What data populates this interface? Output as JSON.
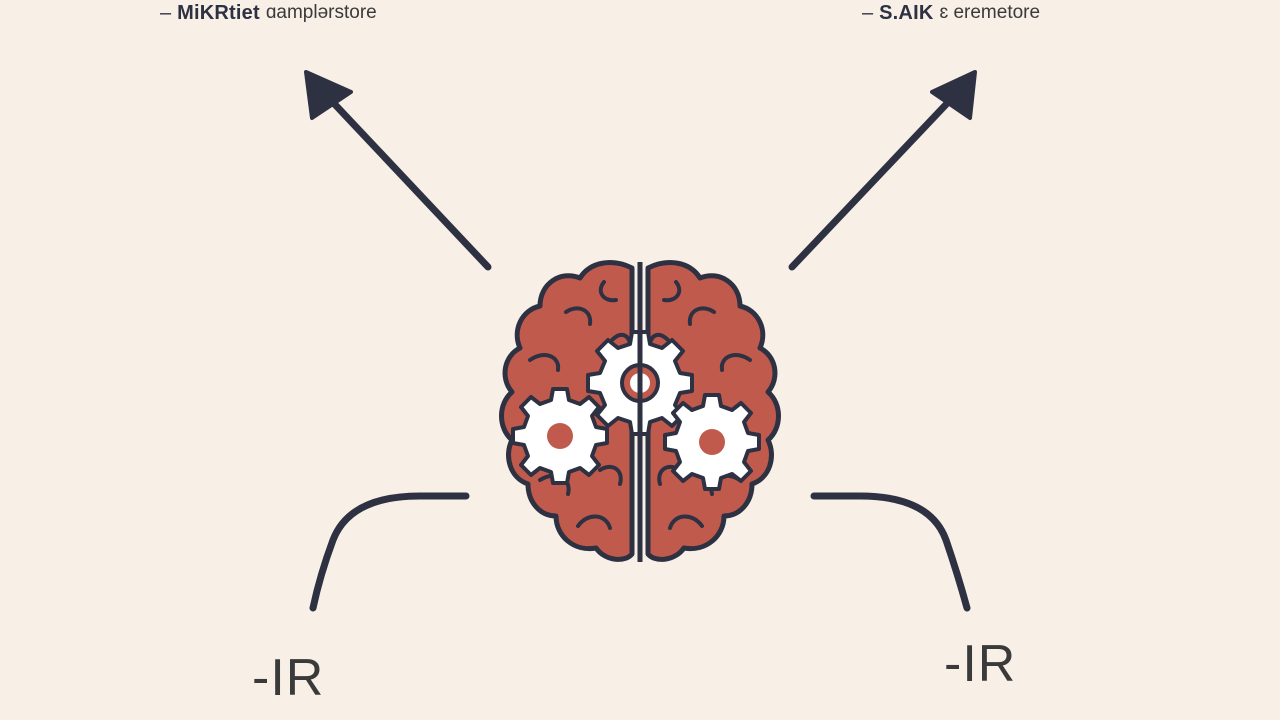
{
  "top_labels": {
    "left": {
      "dash": "–",
      "bold": "MiKRtiet",
      "light": "ɑamplərstore"
    },
    "right": {
      "dash": "–",
      "bold": "S.AIK",
      "light": "ɛ eremetore"
    }
  },
  "bottom_labels": {
    "left": "-IR",
    "right": "-IR"
  },
  "colors": {
    "background": "#f8efe6",
    "stroke": "#2d3142",
    "brain_fill": "#c05a4d",
    "gear_fill": "#ffffff",
    "gear_hole": "#c05a4d"
  },
  "icons": {
    "center": "brain-with-gears-icon",
    "top_left_arrow": "arrow-up-left-icon",
    "top_right_arrow": "arrow-up-right-icon"
  }
}
